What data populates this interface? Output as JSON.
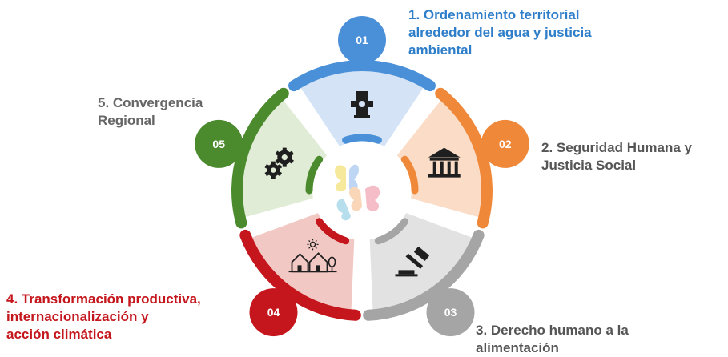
{
  "diagram": {
    "center_icon": "butterflies-icon",
    "pillars": [
      {
        "number": "01",
        "lines": [
          "1. Ordenamiento territorial",
          "alrededor del agua y justicia",
          "ambiental"
        ],
        "color": "#4a90d9",
        "fill": "#d4e3f5",
        "text_color": "#2e7ec9",
        "icon": "fire-hydrant-icon"
      },
      {
        "number": "02",
        "lines": [
          "2. Seguridad Humana y",
          "Justicia Social"
        ],
        "color": "#f0883a",
        "fill": "#fbdcc6",
        "text_color": "#555555",
        "icon": "institution-building-icon"
      },
      {
        "number": "03",
        "lines": [
          "3. Derecho humano a la",
          "alimentación"
        ],
        "color": "#a5a5a5",
        "fill": "#e2e2e2",
        "text_color": "#555555",
        "icon": "gavel-icon"
      },
      {
        "number": "04",
        "lines": [
          "4. Transformación productiva,",
          "internacionalización y",
          "acción climática"
        ],
        "color": "#c4161c",
        "fill": "#f1c8c4",
        "text_color": "#c4161c",
        "icon": "houses-sun-icon"
      },
      {
        "number": "05",
        "lines": [
          "5. Convergencia",
          "Regional"
        ],
        "color": "#4b8a2d",
        "fill": "#e0ecd6",
        "text_color": "#666666",
        "icon": "gears-icon"
      }
    ]
  }
}
